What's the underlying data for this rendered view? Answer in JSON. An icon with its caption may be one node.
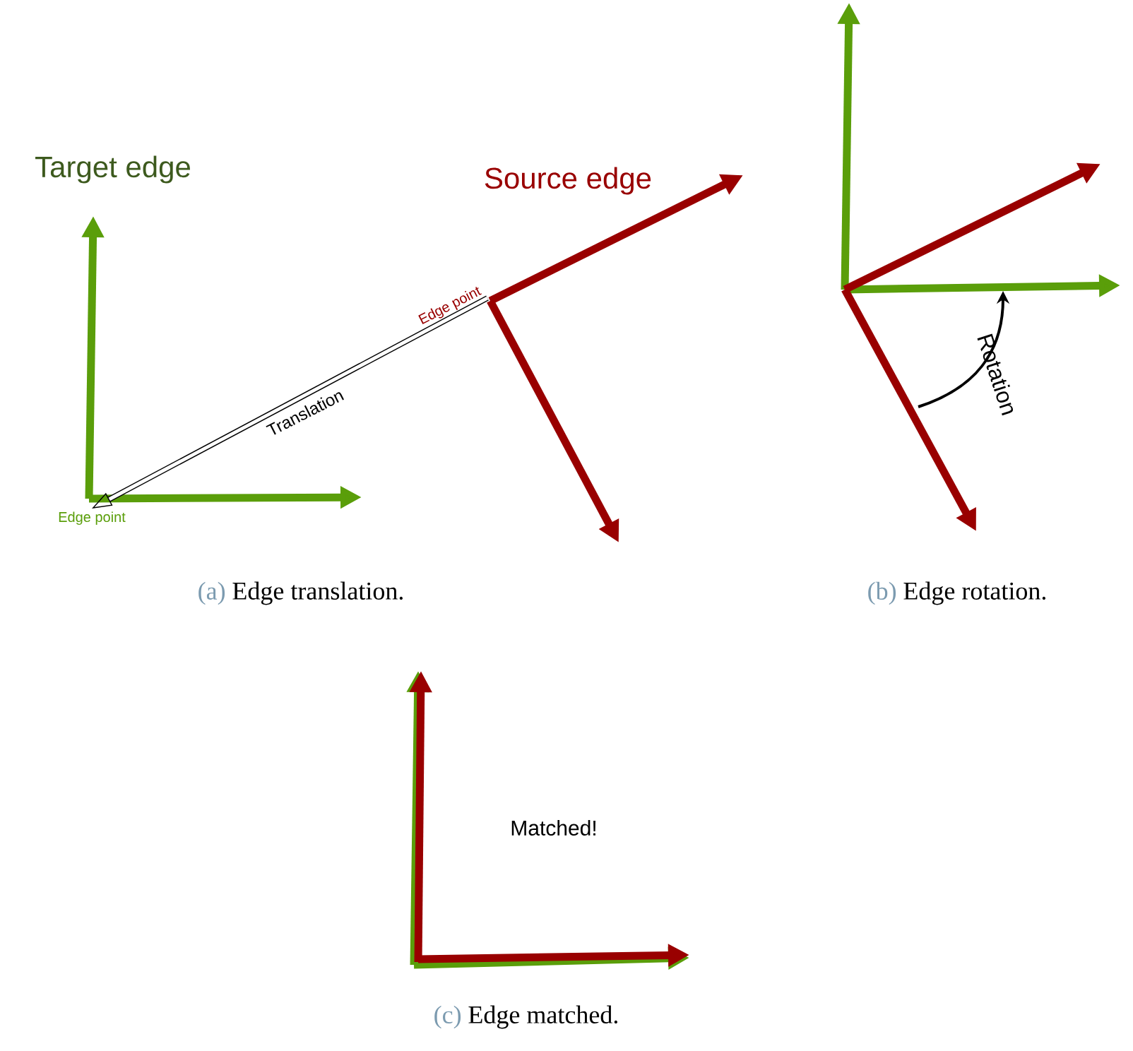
{
  "diagram": {
    "nodes": [
      {
        "text": [
          "Edge point"
        ]
      },
      {
        "text": [
          "Edge point"
        ]
      }
    ],
    "edges": [
      {
        "from": 0,
        "to": 1,
        "arrow": "to",
        "label": "Translation"
      }
    ],
    "labels": [
      "Target edge",
      "Source edge",
      "Rotation",
      "Matched!",
      "(a)",
      "Edge translation.",
      "(b)",
      "Edge rotation.",
      "(c)",
      "Edge matched."
    ]
  }
}
